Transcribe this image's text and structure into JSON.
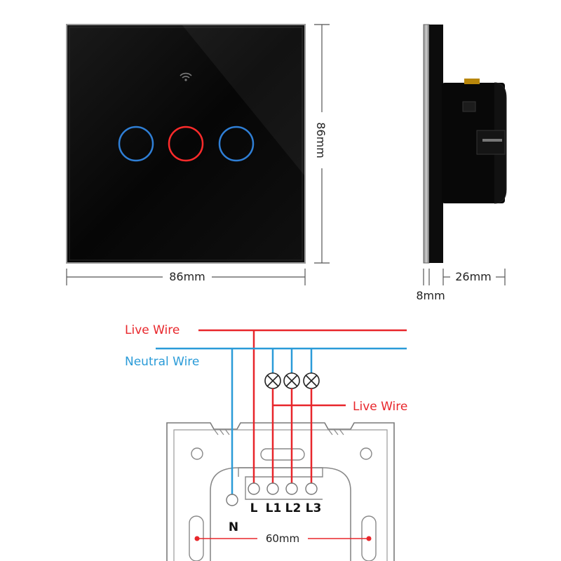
{
  "dimensions": {
    "front_width": "86mm",
    "front_height": "86mm",
    "side_depth": "26mm",
    "side_glass": "8mm"
  },
  "wiring": {
    "live_wire_top": "Live Wire",
    "neutral_wire": "Neutral Wire",
    "live_wire_load": "Live Wire",
    "terminals": [
      "N",
      "L",
      "L1",
      "L2",
      "L3"
    ],
    "mount_spacing": "60mm"
  },
  "colors": {
    "live": "#e8262b",
    "neutral": "#2a9bd8",
    "touch_blue": "#2f7fd6",
    "touch_red": "#ff2b2b",
    "panel": "#050505",
    "line": "#555555"
  }
}
